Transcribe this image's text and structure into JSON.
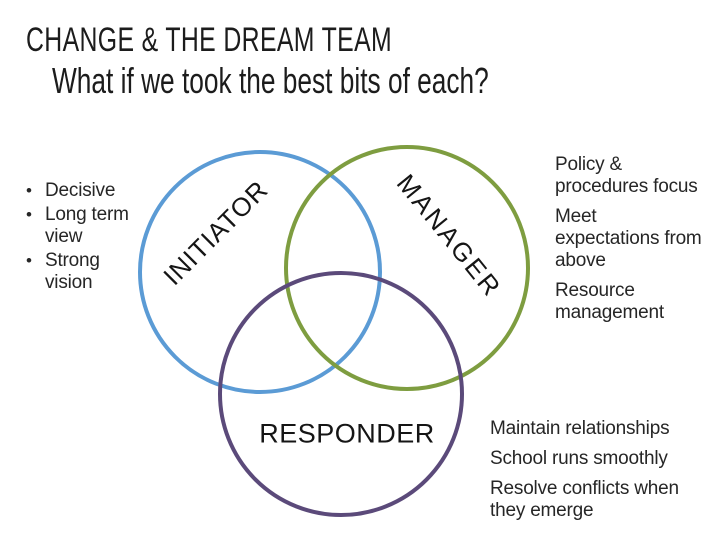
{
  "slide": {
    "title": "CHANGE & THE DREAM TEAM",
    "subtitle": "What if we took the best bits of each?"
  },
  "venn": {
    "circles": [
      {
        "label": "INITIATOR",
        "color": "#5B9BD5"
      },
      {
        "label": "MANAGER",
        "color": "#7E9D40"
      },
      {
        "label": "RESPONDER",
        "color": "#5B4A7A"
      }
    ]
  },
  "initiator_traits": {
    "bullet": "•",
    "items": [
      "Decisive",
      "Long term\nview",
      "Strong\nvision"
    ]
  },
  "manager_traits": {
    "items": [
      "Policy &\nprocedures focus",
      "Meet\nexpectations from\nabove",
      "Resource\nmanagement"
    ]
  },
  "responder_traits": {
    "items": [
      "Maintain relationships",
      "School runs smoothly",
      "Resolve conflicts when\nthey emerge"
    ]
  }
}
